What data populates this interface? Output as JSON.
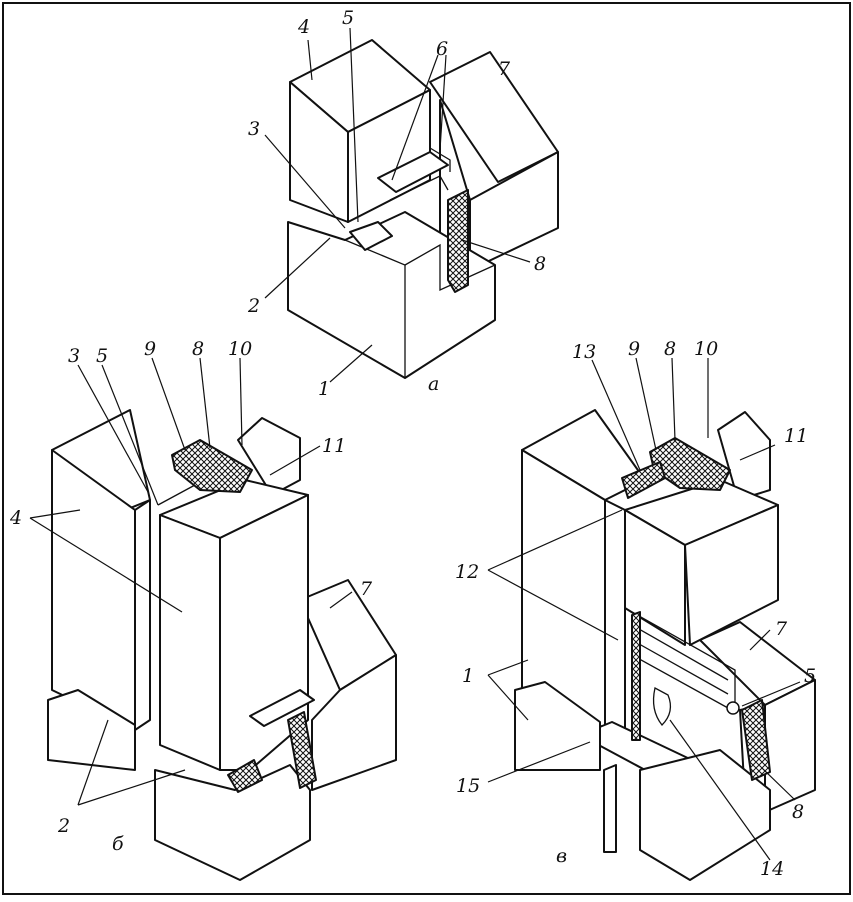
{
  "figure": {
    "panels": [
      {
        "id": "a",
        "caption": "а",
        "labels": [
          "1",
          "2",
          "3",
          "4",
          "5",
          "6",
          "7",
          "8"
        ]
      },
      {
        "id": "b",
        "caption": "б",
        "labels": [
          "2",
          "3",
          "4",
          "5",
          "7",
          "8",
          "9",
          "10",
          "11"
        ]
      },
      {
        "id": "v",
        "caption": "в",
        "labels": [
          "1",
          "5",
          "7",
          "8",
          "9",
          "10",
          "11",
          "12",
          "13",
          "14",
          "15"
        ]
      }
    ]
  },
  "colors": {
    "ink": "#111111",
    "paper": "#ffffff"
  }
}
